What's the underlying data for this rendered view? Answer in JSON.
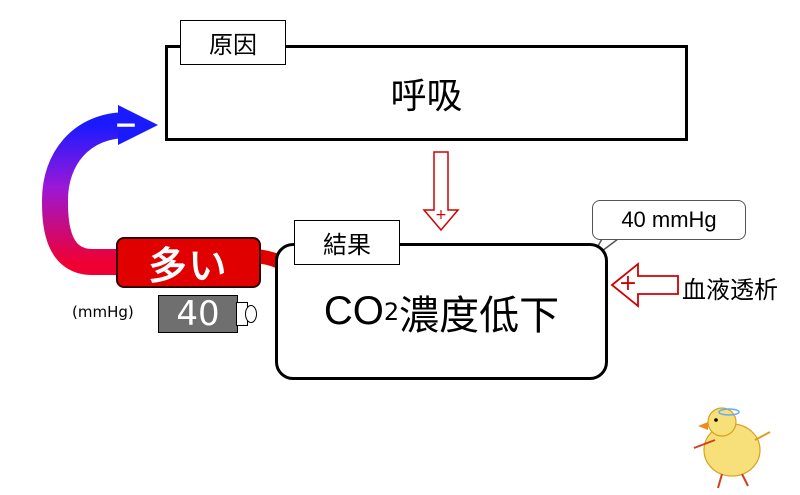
{
  "cause": {
    "tag": "原因",
    "title": "呼吸",
    "trend_arrow": "down-arrow-icon",
    "arrow_color": "#0000ff"
  },
  "result": {
    "tag": "結果",
    "title_prefix": "CO",
    "title_subscript": "2",
    "title_suffix": "濃度低下"
  },
  "callout": {
    "text": "40 mmHg"
  },
  "dialysis": {
    "label": "血液透析",
    "sign": "+"
  },
  "link_sign": "+",
  "feedback": {
    "label": "多い",
    "sign": "−"
  },
  "gauge": {
    "value": "40",
    "unit": "(mmHg)"
  },
  "colors": {
    "increase": "#e00000",
    "decrease": "#0000ff",
    "gauge": "#6f6f6f"
  },
  "mascot": {
    "icon": "chick-icon"
  }
}
